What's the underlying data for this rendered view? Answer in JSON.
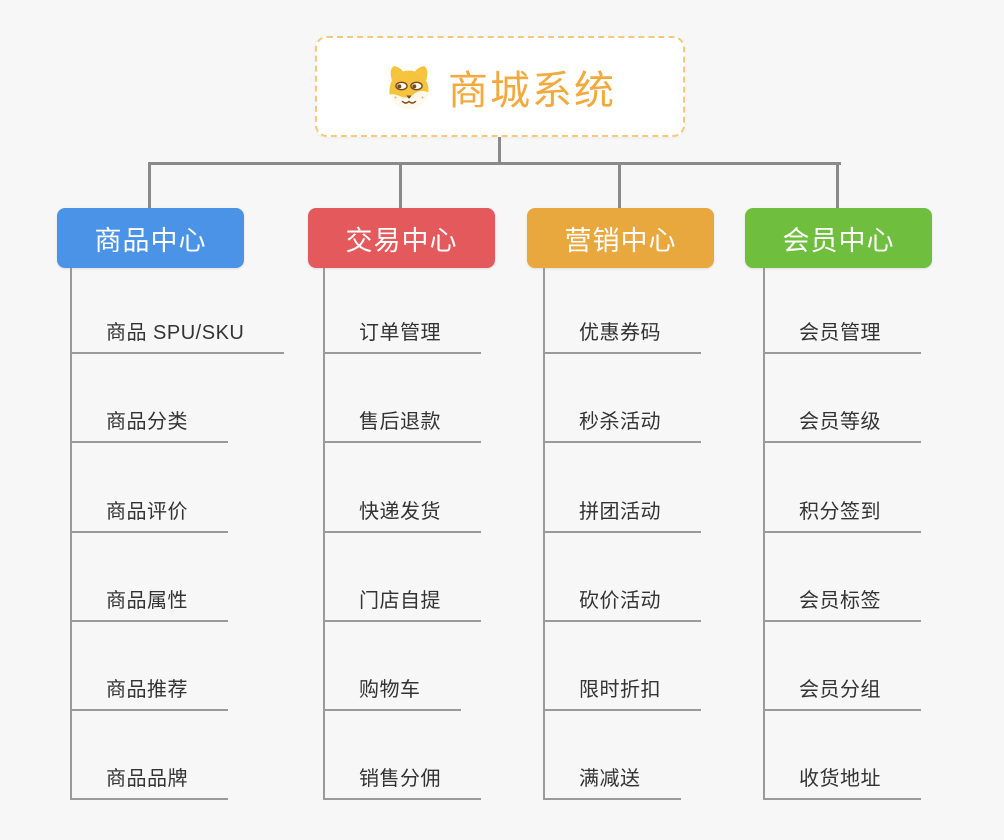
{
  "root": {
    "title": "商城系统",
    "icon": "shiba-dog-icon"
  },
  "branches": [
    {
      "id": "product",
      "label": "商品中心",
      "color": "#4B93E6",
      "children": [
        "商品 SPU/SKU",
        "商品分类",
        "商品评价",
        "商品属性",
        "商品推荐",
        "商品品牌"
      ]
    },
    {
      "id": "trade",
      "label": "交易中心",
      "color": "#E4595C",
      "children": [
        "订单管理",
        "售后退款",
        "快递发货",
        "门店自提",
        "购物车",
        "销售分佣"
      ]
    },
    {
      "id": "marketing",
      "label": "营销中心",
      "color": "#E9A83E",
      "children": [
        "优惠券码",
        "秒杀活动",
        "拼团活动",
        "砍价活动",
        "限时折扣",
        "满减送"
      ]
    },
    {
      "id": "member",
      "label": "会员中心",
      "color": "#70BE3E",
      "children": [
        "会员管理",
        "会员等级",
        "积分签到",
        "会员标签",
        "会员分组",
        "收货地址"
      ]
    }
  ],
  "palette": {
    "background": "#F7F7F8",
    "connector": "#8A8A8A",
    "leaf_line": "#9A9A9A",
    "leaf_text": "#333333",
    "root_border": "#F6C87E",
    "root_text": "#F2A93D",
    "header_text": "#FFFFFF"
  }
}
